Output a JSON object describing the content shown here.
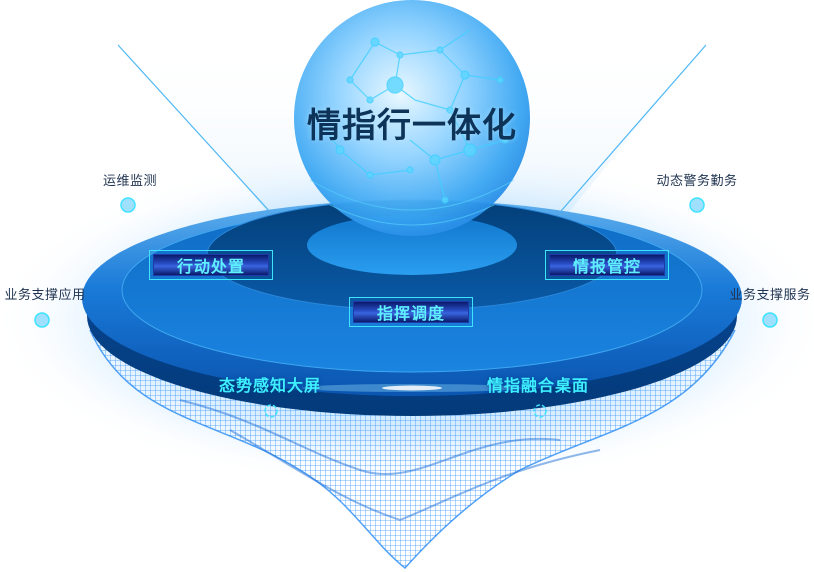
{
  "title": "情指行一体化",
  "outer_labels": {
    "top_left": "运维监测",
    "mid_left": "业务支撑应用",
    "top_right": "动态警务勤务",
    "mid_right": "业务支撑服务"
  },
  "buttons": {
    "action": "行动处置",
    "command": "指挥调度",
    "intel": "情报管控"
  },
  "disc_labels": {
    "left": "态势感知大屏",
    "right": "情指融合桌面"
  },
  "colors": {
    "title_text": "#0d3358",
    "button_text": "#5ff0ff",
    "button_border": "#3fe3ff",
    "disc_dark": "#033e7a",
    "disc_light": "#1a8ae8",
    "pin_line": "#3fe3ff",
    "mesh": "#2a8cf5"
  }
}
